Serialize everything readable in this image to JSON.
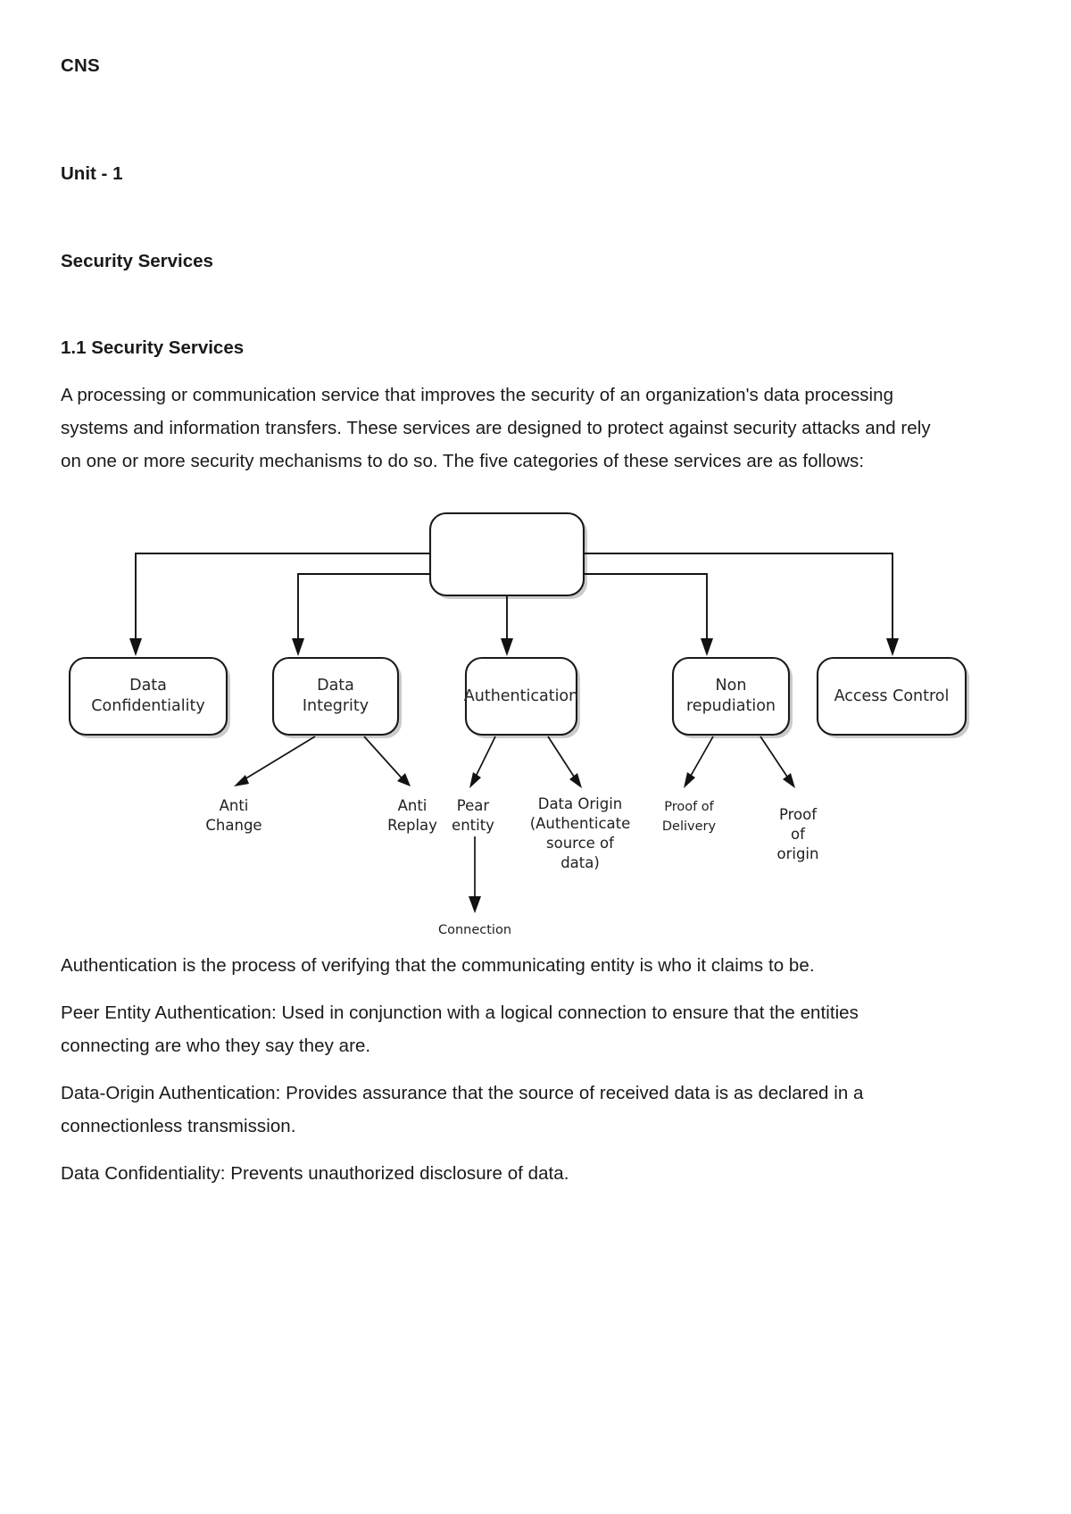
{
  "document": {
    "title": "CNS",
    "unit": "Unit - 1",
    "section_heading": "Security Services",
    "subsection_heading": "1.1 Security Services",
    "intro_paragraph": "A processing or communication service that improves the security of an organization's data processing systems and information transfers. These services are designed to protect against security attacks and rely on one or more security mechanisms to do so. The five categories of these services are as follows:",
    "paragraphs": [
      "Authentication is the process of verifying that the communicating entity is who it claims to be.",
      "Peer Entity Authentication: Used in conjunction with a logical connection to ensure that the entities connecting are who they say they are.",
      "Data-Origin Authentication: Provides assurance that the source of received data is as declared in a connectionless transmission.",
      "Data Confidentiality: Prevents unauthorized disclosure of data."
    ]
  },
  "diagram": {
    "root": {
      "label": ""
    },
    "nodes": [
      {
        "label_line1": "Data",
        "label_line2": "Confidentiality"
      },
      {
        "label_line1": "Data",
        "label_line2": "Integrity"
      },
      {
        "label_line1": "Authentication",
        "label_line2": ""
      },
      {
        "label_line1": "Non",
        "label_line2": "repudiation"
      },
      {
        "label_line1": "Access Control",
        "label_line2": ""
      }
    ],
    "leaves": {
      "anti_change_line1": "Anti",
      "anti_change_line2": "Change",
      "anti_replay_line1": "Anti",
      "anti_replay_line2": "Replay",
      "pear_entity_line1": "Pear",
      "pear_entity_line2": "entity",
      "connection": "Connection",
      "data_origin_line1": "Data Origin",
      "data_origin_line2": "(Authenticate",
      "data_origin_line3": "source of",
      "data_origin_line4": "data)",
      "proof_delivery_line1": "Proof of",
      "proof_delivery_line2": "Delivery",
      "proof_origin_line1": "Proof",
      "proof_origin_line2": "of",
      "proof_origin_line3": "origin"
    }
  },
  "colors": {
    "page_background": "#ffffff",
    "text": "#1a1a1a",
    "diagram_stroke": "#121212",
    "diagram_shadow": "#b9b9b9"
  }
}
